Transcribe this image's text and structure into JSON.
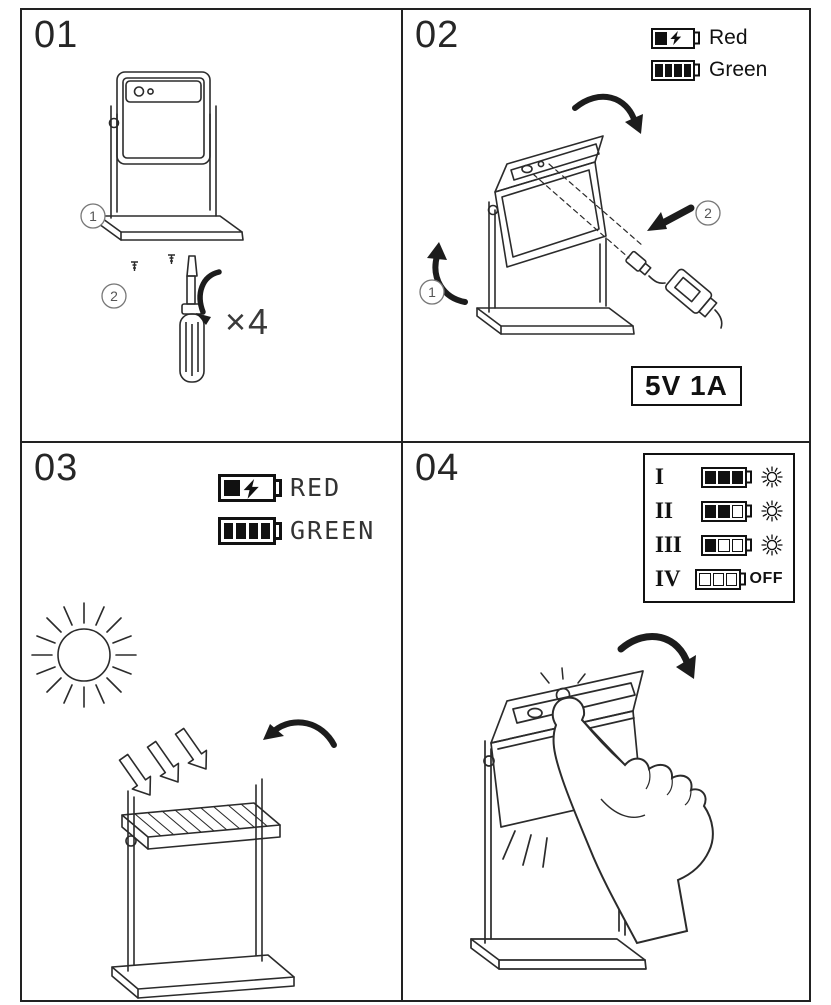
{
  "accent_color": "#111111",
  "panels": {
    "step1": {
      "number": "01",
      "callout1": "1",
      "callout2": "2",
      "screw_count": "×4"
    },
    "step2": {
      "number": "02",
      "legend": {
        "charging_label": "Red",
        "full_label": "Green"
      },
      "callout1": "1",
      "callout2": "2",
      "power_rating": "5V 1A"
    },
    "step3": {
      "number": "03",
      "legend": {
        "charging_label": "RED",
        "full_label": "GREEN"
      }
    },
    "step4": {
      "number": "04",
      "modes": [
        {
          "level": "I",
          "bars": 3,
          "output": "sun"
        },
        {
          "level": "II",
          "bars": 2,
          "output": "sun"
        },
        {
          "level": "III",
          "bars": 1,
          "output": "sun"
        },
        {
          "level": "IV",
          "bars": 0,
          "output": "off"
        }
      ],
      "off_label": "OFF"
    }
  },
  "icons": {
    "charging_battery": "battery-charging-icon",
    "full_battery": "battery-full-icon",
    "sun": "sun-icon",
    "screwdriver": "screwdriver-icon",
    "usb_cable": "usb-cable-icon",
    "hand": "hand-press-icon",
    "rotate_arrow": "rotate-arrow-icon"
  }
}
